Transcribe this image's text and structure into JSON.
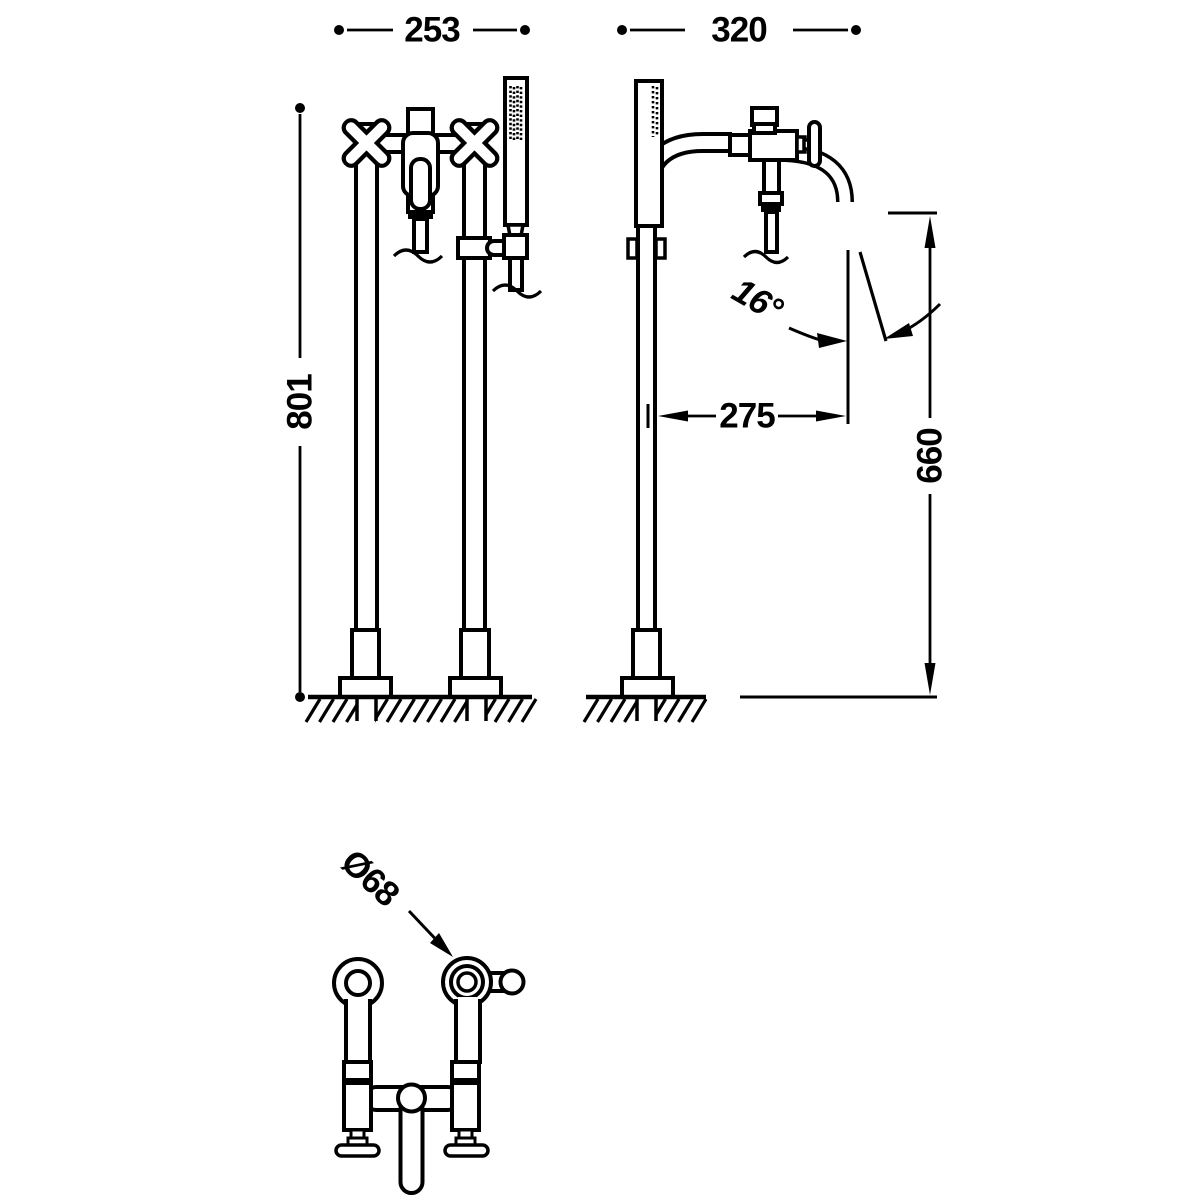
{
  "page": {
    "background": "#ffffff",
    "line_color": "#000000",
    "description": "Technical dimension drawing of a freestanding bath-shower mixer tap: front view, side view and plan view"
  },
  "views": {
    "front_label": "front-view",
    "side_label": "side-view",
    "plan_label": "plan-view"
  },
  "dimensions": {
    "front_width": "253",
    "side_depth": "320",
    "total_height": "801",
    "spout_reach": "275",
    "spout_outlet_height": "660",
    "spout_angle": "16°",
    "base_diameter": "Ø68"
  }
}
